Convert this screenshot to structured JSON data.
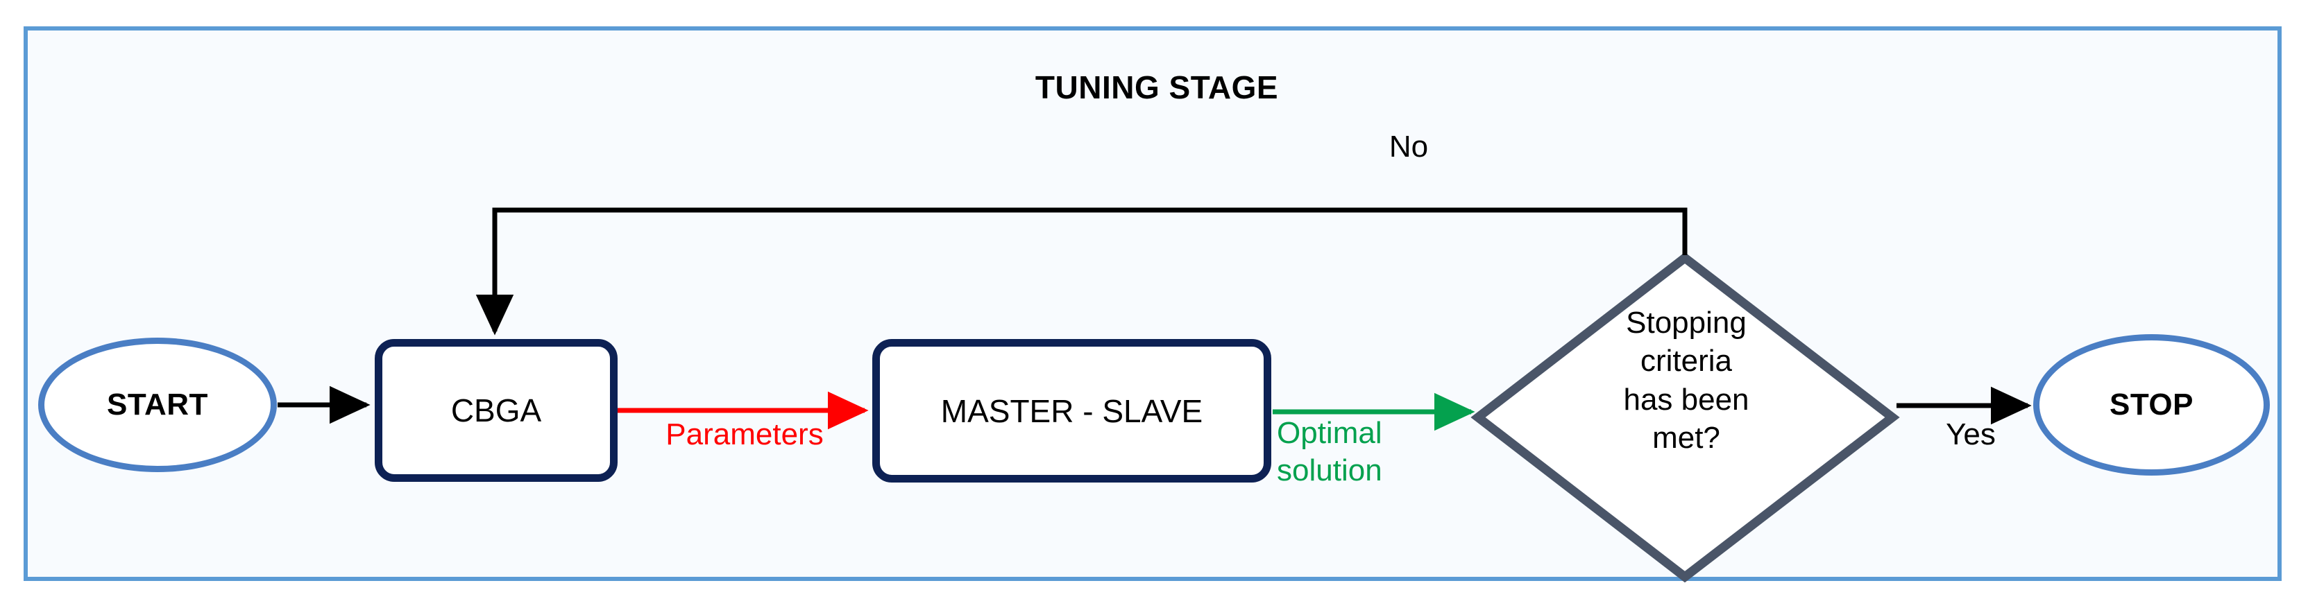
{
  "panel": {
    "title": "TUNING STAGE",
    "frame_color": "#5b9bd5",
    "background_color": "#f8fbfe"
  },
  "nodes": {
    "start": {
      "label": "START",
      "shape": "ellipse",
      "border_color": "#4a7ec4"
    },
    "cbga": {
      "label": "CBGA",
      "shape": "rounded-rect",
      "border_color": "#0d2154"
    },
    "master_slave": {
      "label": "MASTER - SLAVE",
      "shape": "rounded-rect",
      "border_color": "#0d2154"
    },
    "decision": {
      "label": "Stopping\ncriteria\nhas been\nmet?",
      "shape": "diamond",
      "border_color": "#4a5568"
    },
    "stop": {
      "label": "STOP",
      "shape": "ellipse",
      "border_color": "#4a7ec4"
    }
  },
  "edges": {
    "start_to_cbga": {
      "label": "",
      "color": "#000000"
    },
    "cbga_to_master": {
      "label": "Parameters",
      "color": "#ff0000"
    },
    "master_to_decision": {
      "label": "Optimal\nsolution",
      "color": "#04a14e"
    },
    "decision_to_stop": {
      "label": "Yes",
      "color": "#000000"
    },
    "decision_to_cbga": {
      "label": "No",
      "color": "#000000"
    }
  },
  "chart_data": {
    "type": "diagram",
    "title": "TUNING STAGE",
    "nodes": [
      {
        "id": "start",
        "text": "START",
        "type": "terminator"
      },
      {
        "id": "cbga",
        "text": "CBGA",
        "type": "process"
      },
      {
        "id": "master_slave",
        "text": "MASTER - SLAVE",
        "type": "process"
      },
      {
        "id": "decision",
        "text": "Stopping criteria has been met?",
        "type": "decision"
      },
      {
        "id": "stop",
        "text": "STOP",
        "type": "terminator"
      }
    ],
    "links": [
      {
        "from": "start",
        "to": "cbga",
        "label": "",
        "color": "#000000"
      },
      {
        "from": "cbga",
        "to": "master_slave",
        "label": "Parameters",
        "color": "#ff0000"
      },
      {
        "from": "master_slave",
        "to": "decision",
        "label": "Optimal solution",
        "color": "#04a14e"
      },
      {
        "from": "decision",
        "to": "stop",
        "label": "Yes",
        "color": "#000000"
      },
      {
        "from": "decision",
        "to": "cbga",
        "label": "No",
        "color": "#000000"
      }
    ]
  }
}
